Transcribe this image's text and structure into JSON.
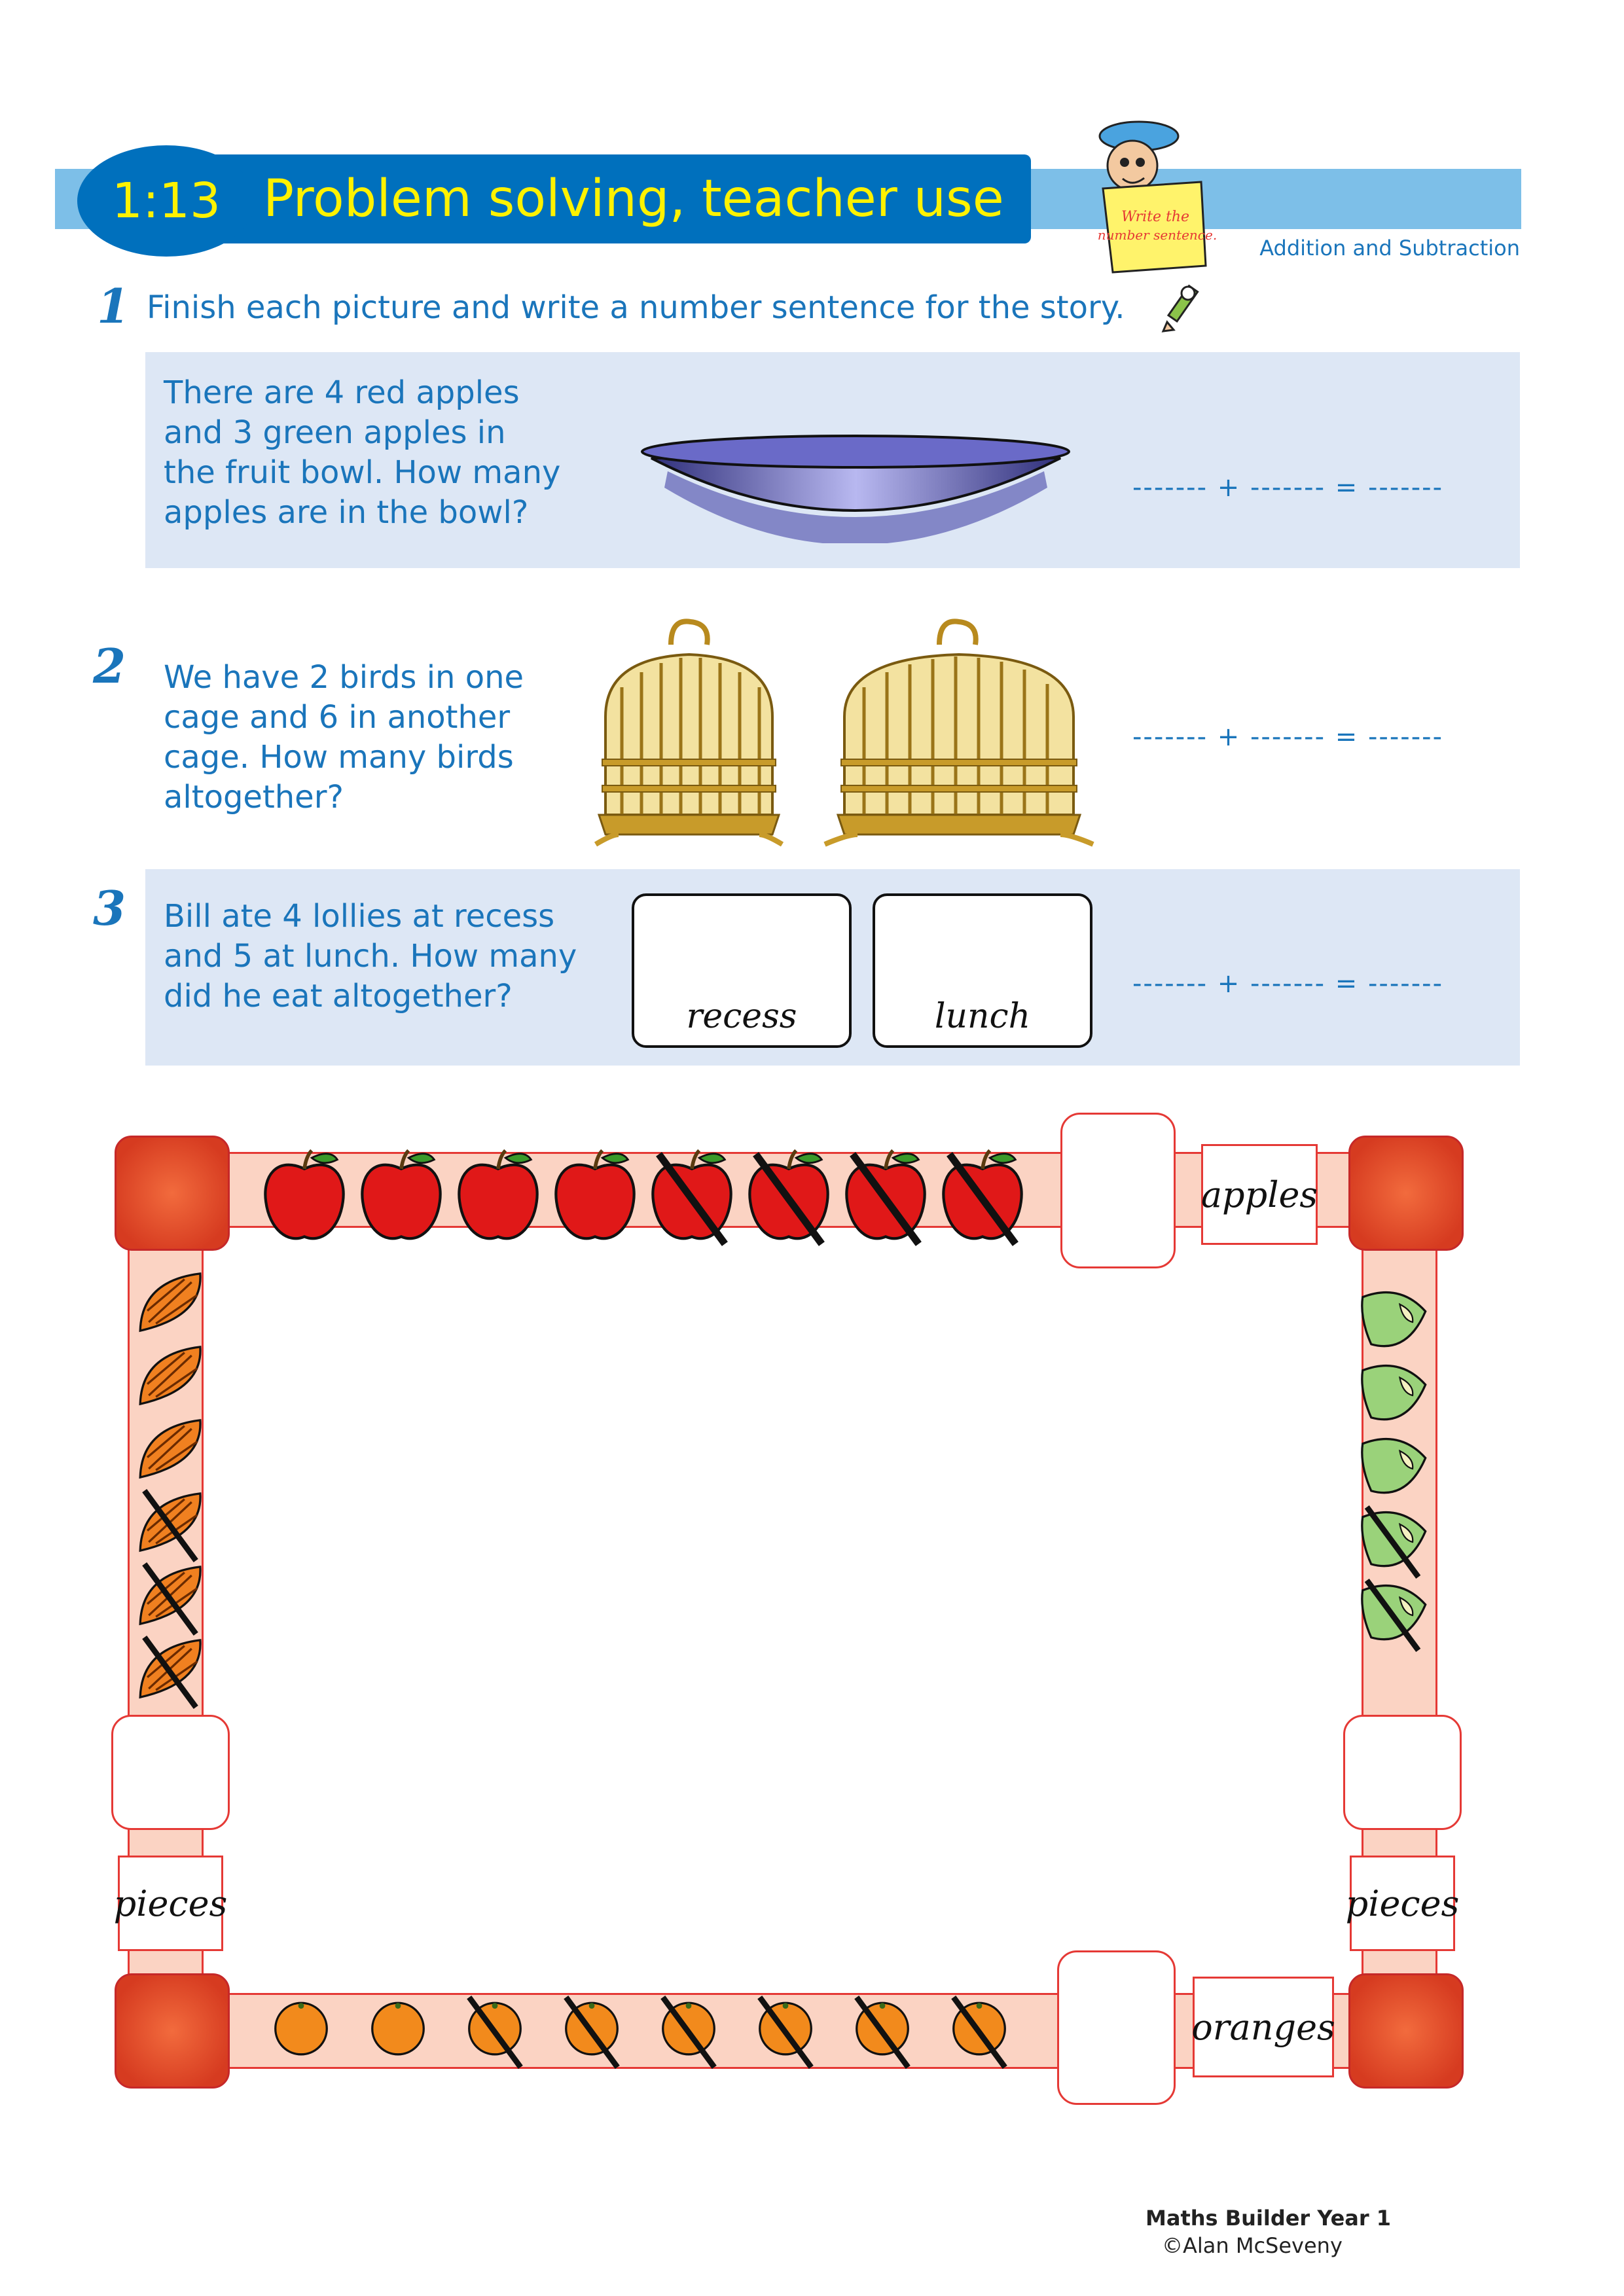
{
  "header": {
    "lesson_number": "1:13",
    "title": "Problem solving, teacher use",
    "topic": "Addition and Subtraction",
    "mascot_sign": "Write the number sentence."
  },
  "question1": {
    "number": "1",
    "instruction": "Finish each picture and write a number sentence for the story.",
    "text": "There are 4 red apples\nand 3 green apples in\nthe fruit bowl.  How many\napples are in the bowl?",
    "sentence": "------- + ------- = -------"
  },
  "question2": {
    "number": "2",
    "text": "We have 2 birds in one\ncage and 6 in another\ncage. How many birds\naltogether?",
    "sentence": "------- + ------- = -------"
  },
  "question3": {
    "number": "3",
    "text": "Bill ate 4 lollies at recess\nand 5 at lunch. How many\ndid he eat altogether?",
    "box_labels": [
      "recess",
      "lunch"
    ],
    "sentence": "------- + ------- = -------"
  },
  "board": {
    "labels": {
      "apples": "apples",
      "oranges": "oranges",
      "pieces_left": "pieces",
      "pieces_right": "pieces"
    },
    "apples": {
      "count": 8,
      "crossed": 4
    },
    "orange_pieces_left": {
      "count": 6,
      "crossed": 3
    },
    "apple_pieces_right": {
      "count": 5,
      "crossed": 2
    },
    "oranges": {
      "count": 8,
      "crossed": 6
    }
  },
  "footer": {
    "book": "Maths Builder Year 1",
    "copyright": "©Alan McSeveny"
  },
  "colors": {
    "brand_blue": "#0070bd",
    "band_blue": "#7dbfe8",
    "title_yellow": "#fff200",
    "text_blue": "#1a75bb",
    "panel": "#dde7f5",
    "rail_red": "#e53935"
  }
}
